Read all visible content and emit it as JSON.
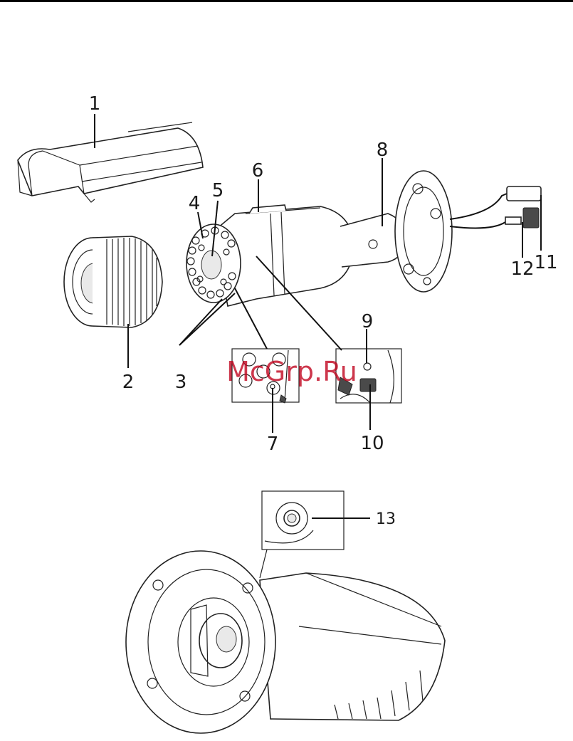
{
  "diagram": {
    "callouts": {
      "c1": "1",
      "c2": "2",
      "c3": "3",
      "c4": "4",
      "c5": "5",
      "c6": "6",
      "c7": "7",
      "c8": "8",
      "c9": "9",
      "c10": "10",
      "c11": "11",
      "c12": "12",
      "c13": "13"
    },
    "watermark": "McGrp.Ru"
  }
}
